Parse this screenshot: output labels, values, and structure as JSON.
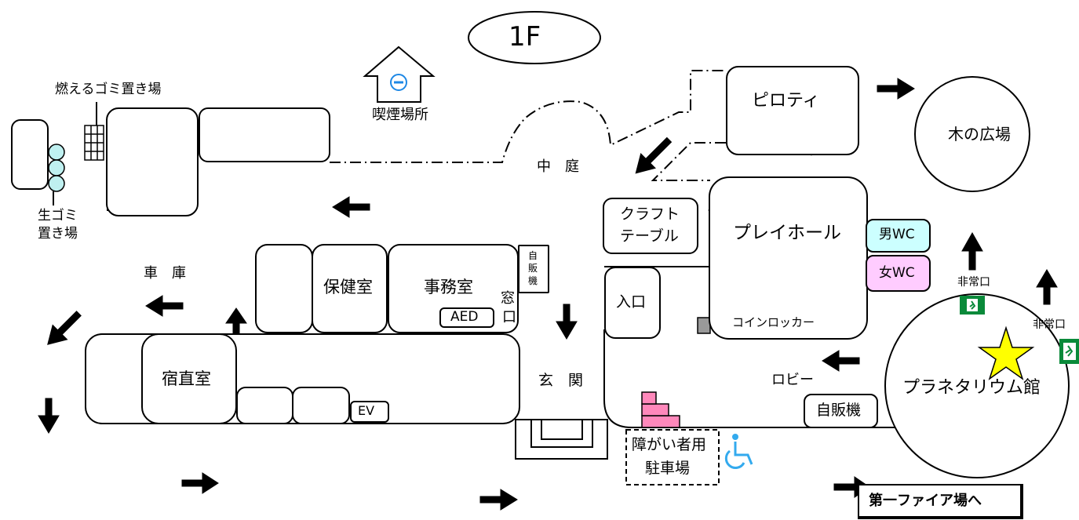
{
  "floor": "1F",
  "labels": {
    "burnable_trash": "燃えるゴミ置き場",
    "raw_trash_1": "生ゴミ",
    "raw_trash_2": "置き場",
    "smoking": "喫煙場所",
    "courtyard": "中　庭",
    "pilotis": "ピロティ",
    "tree_plaza": "木の広場",
    "craft_1": "クラフト",
    "craft_2": "テーブル",
    "playhall": "プレイホール",
    "men_wc": "男WC",
    "women_wc": "女WC",
    "garage": "車　庫",
    "health_room": "保健室",
    "office": "事務室",
    "vending_small_1": "自",
    "vending_small_2": "販",
    "vending_small_3": "機",
    "window_1": "窓",
    "window_2": "口",
    "aed": "AED",
    "entrance_small": "入口",
    "coin_locker": "コインロッカー",
    "emergency_exit_1": "非常口",
    "emergency_exit_2": "非常口",
    "night_duty": "宿直室",
    "ev": "EV",
    "genkan": "玄　関",
    "lobby": "ロビー",
    "vending": "自販機",
    "planetarium": "プラネタリウム館",
    "disabled_parking_1": "障がい者用",
    "disabled_parking_2": "駐車場",
    "to_fire_area": "第一ファイア場へ"
  },
  "colors": {
    "men_wc": "#ccffff",
    "women_wc": "#ffccff",
    "stairs_green": "#ccffcc",
    "stairs_pink": "#ff88bb",
    "trash_circle": "#bff0f0",
    "star": "#ffff00",
    "exit_sign": "#0a8a3a",
    "wheelchair": "#33aaee"
  }
}
